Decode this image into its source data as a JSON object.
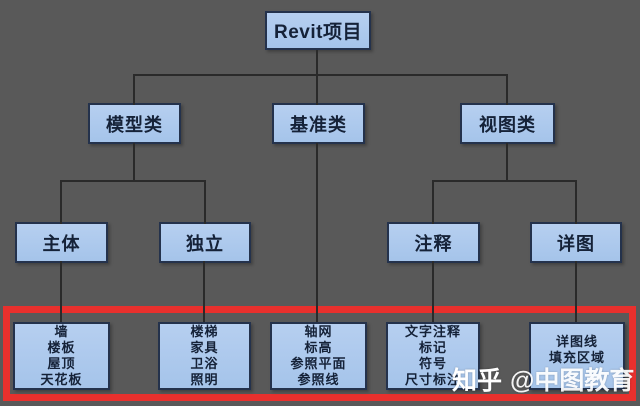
{
  "diagram": {
    "root": {
      "label": "Revit项目"
    },
    "level2": [
      {
        "label": "模型类"
      },
      {
        "label": "基准类"
      },
      {
        "label": "视图类"
      }
    ],
    "level3": [
      {
        "label": "主体"
      },
      {
        "label": "独立"
      },
      {
        "label": "注释"
      },
      {
        "label": "详图"
      }
    ],
    "level4": [
      {
        "lines": [
          "墙",
          "楼板",
          "屋顶",
          "天花板"
        ]
      },
      {
        "lines": [
          "楼梯",
          "家具",
          "卫浴",
          "照明"
        ]
      },
      {
        "lines": [
          "轴网",
          "标高",
          "参照平面",
          "参照线"
        ]
      },
      {
        "lines": [
          "文字注释",
          "标记",
          "符号",
          "尺寸标注"
        ]
      },
      {
        "lines": [
          "详图线",
          "填充区域"
        ]
      }
    ],
    "colors": {
      "background": "#595959",
      "box_fill": "#a9c7ec",
      "box_border": "#24324c",
      "connector": "#2a2a2a",
      "highlight": "#e8302d"
    }
  },
  "watermark": {
    "brand": "知乎",
    "handle": "@中图教育"
  }
}
